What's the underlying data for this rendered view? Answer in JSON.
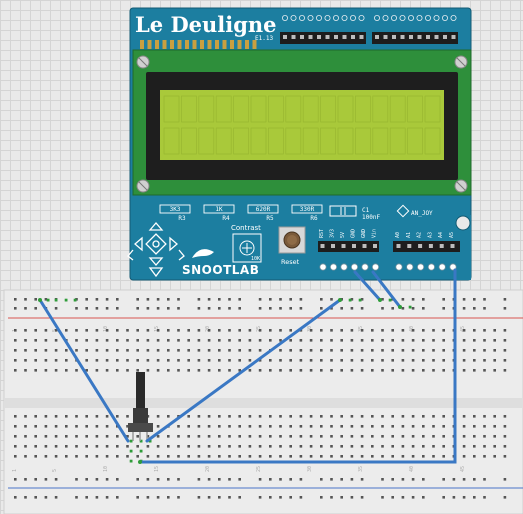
{
  "shield": {
    "brand": "Le Deuligne",
    "version": "E1.13",
    "maker": "SNOOTLAB",
    "resistors": [
      {
        "value": "3K3",
        "ref": "R3"
      },
      {
        "value": "1K",
        "ref": "R4"
      },
      {
        "value": "620R",
        "ref": "R5"
      },
      {
        "value": "330R",
        "ref": "R6"
      }
    ],
    "capacitor": {
      "ref": "C1",
      "value": "100nF"
    },
    "joystick_label": "AN_JOY",
    "contrast_label": "Contrast",
    "pot_label": "10K",
    "reset_label": "Reset",
    "power_pins": [
      "RST",
      "3V3",
      "5V",
      "GND",
      "GND",
      "Vin"
    ],
    "analog_pins": [
      "A0",
      "A1",
      "A2",
      "A3",
      "A4",
      "A5"
    ]
  },
  "breadboard": {
    "column_numbers": [
      "1",
      "5",
      "10",
      "15",
      "20",
      "25",
      "30",
      "35",
      "40",
      "45"
    ]
  },
  "colors": {
    "shield_blue": "#1c7ea0",
    "lcd_green": "#a9c93a",
    "wire_blue": "#3a78c4",
    "hole_green": "#2f9c3a",
    "rail_red": "#d9534f",
    "rail_blue": "#4a74c9"
  }
}
